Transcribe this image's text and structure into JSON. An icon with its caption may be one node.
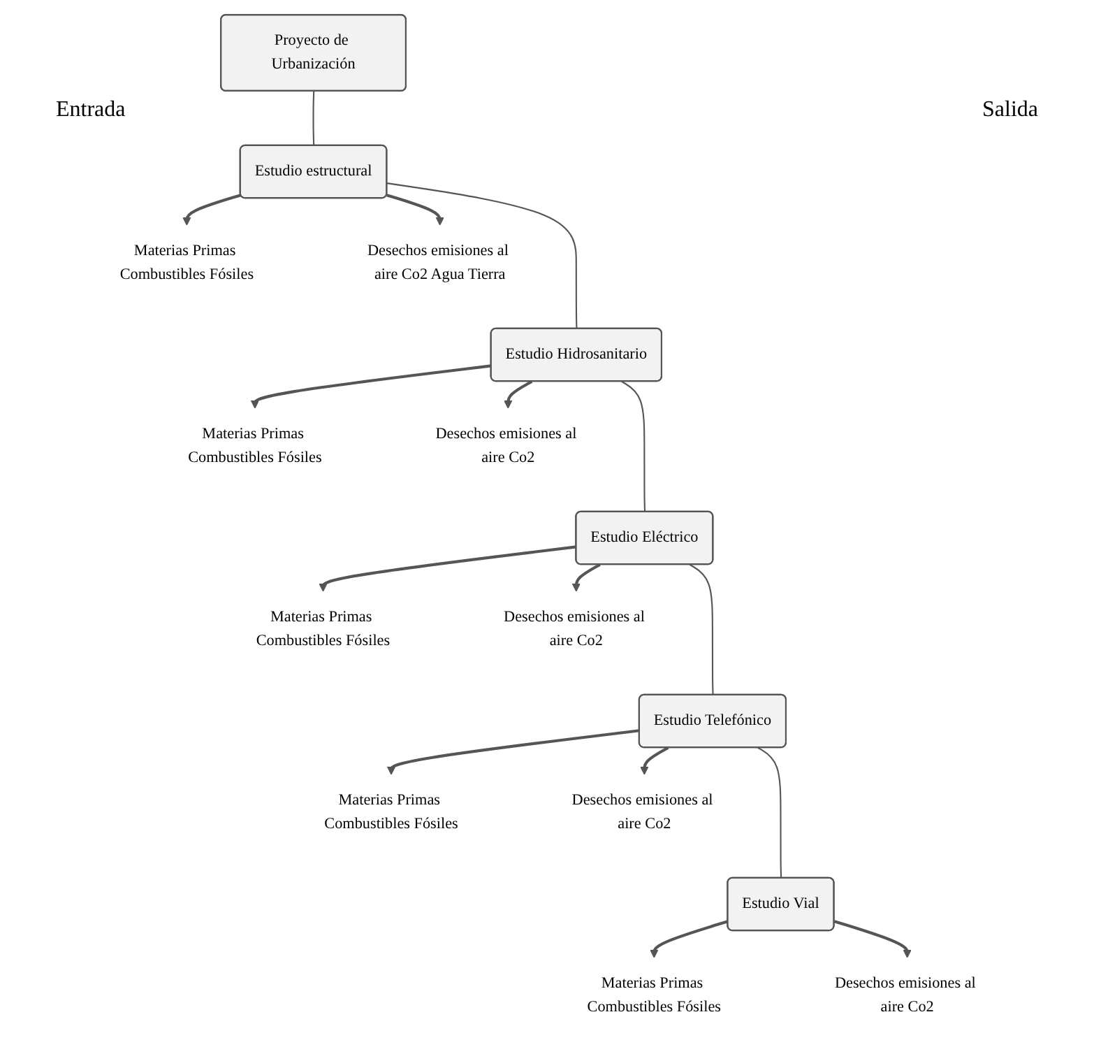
{
  "diagram": {
    "nodes": [
      {
        "text": [
          "Proyecto de Urbanización"
        ]
      },
      {
        "text": [
          "Materias Primas Combustibles Fósiles"
        ]
      },
      {
        "text": [
          "Estudio estructural"
        ]
      },
      {
        "text": [
          "Desechos emisiones al aire Co2 Agua Tierra"
        ]
      },
      {
        "text": [
          "Materias Primas Combustibles Fósiles"
        ]
      },
      {
        "text": [
          "Estudio Hidrosanitario"
        ]
      },
      {
        "text": [
          "Desechos emisiones al aire Co2"
        ]
      },
      {
        "text": [
          "Materias Primas Combustibles Fósiles"
        ]
      },
      {
        "text": [
          "Estudio Eléctrico"
        ]
      },
      {
        "text": [
          "Desechos emisiones al aire Co2"
        ]
      },
      {
        "text": [
          "Materias Primas Combustibles Fósiles"
        ]
      },
      {
        "text": [
          "Estudio Telefónico"
        ]
      },
      {
        "text": [
          "Desechos emisiones al aire Co2"
        ]
      },
      {
        "text": [
          "Materias Primas Combustibles Fósiles"
        ]
      },
      {
        "text": [
          "Estudio Vial"
        ]
      },
      {
        "text": [
          "Desechos emisiones al aire Co2"
        ]
      }
    ],
    "edges": [
      {
        "from": 0,
        "to": 2,
        "arrow": "none"
      },
      {
        "from": 2,
        "to": 1,
        "arrow": "to"
      },
      {
        "from": 2,
        "to": 3,
        "arrow": "to"
      },
      {
        "from": 2,
        "to": 5,
        "arrow": "none"
      },
      {
        "from": 5,
        "to": 4,
        "arrow": "to"
      },
      {
        "from": 5,
        "to": 6,
        "arrow": "to"
      },
      {
        "from": 5,
        "to": 8,
        "arrow": "none"
      },
      {
        "from": 8,
        "to": 7,
        "arrow": "to"
      },
      {
        "from": 8,
        "to": 9,
        "arrow": "to"
      },
      {
        "from": 8,
        "to": 11,
        "arrow": "none"
      },
      {
        "from": 11,
        "to": 10,
        "arrow": "to"
      },
      {
        "from": 11,
        "to": 12,
        "arrow": "to"
      },
      {
        "from": 11,
        "to": 14,
        "arrow": "none"
      },
      {
        "from": 14,
        "to": 13,
        "arrow": "to"
      },
      {
        "from": 14,
        "to": 15,
        "arrow": "to"
      }
    ],
    "labels": [
      "Entrada",
      "Salida"
    ]
  }
}
